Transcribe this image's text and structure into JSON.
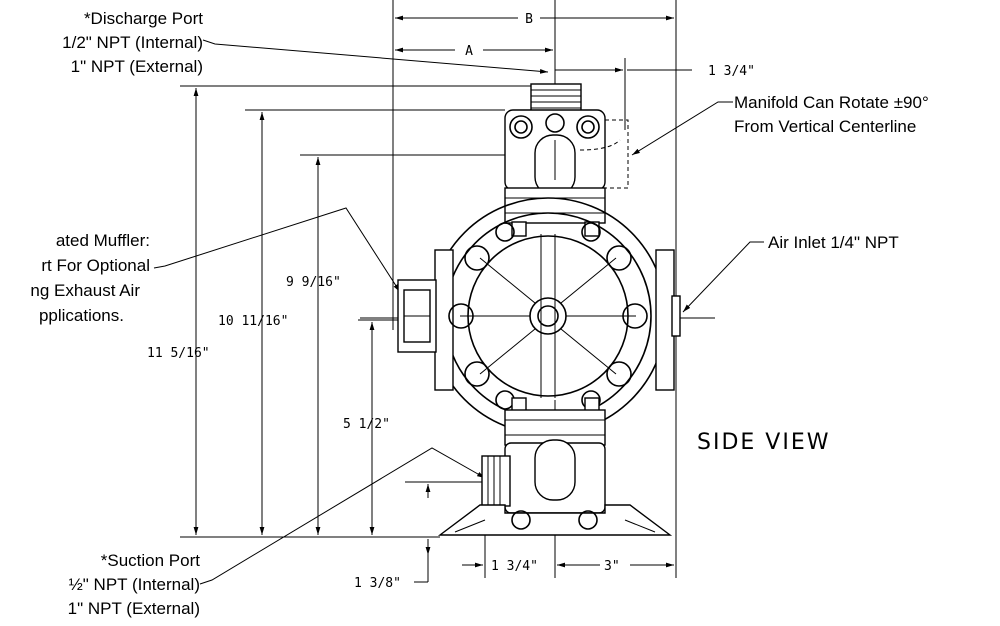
{
  "callouts": {
    "discharge": [
      "*Discharge Port",
      "1/2\" NPT (Internal)",
      "1\" NPT (External)"
    ],
    "manifold": [
      "Manifold Can Rotate ±90°",
      "From Vertical Centerline"
    ],
    "muffler": [
      "ated Muffler:",
      "rt For Optional",
      "ng Exhaust Air",
      "pplications."
    ],
    "air_inlet": "Air Inlet 1/4\" NPT",
    "suction": [
      "*Suction Port",
      "½\" NPT (Internal)",
      "1\" NPT (External)"
    ]
  },
  "dimensions": {
    "B": "B",
    "A": "A",
    "top_offset": "1 3/4\"",
    "h_11_5_16": "11 5/16\"",
    "h_10_11_16": "10 11/16\"",
    "h_9_9_16": "9 9/16\"",
    "h_5_1_2": "5 1/2\"",
    "h_1_3_8": "1 3/8\"",
    "bottom_1_3_4": "1 3/4\"",
    "bottom_3": "3\""
  },
  "view_label": "SIDE VIEW"
}
